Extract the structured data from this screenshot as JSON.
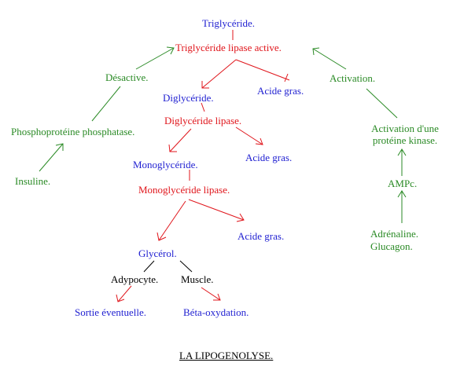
{
  "colors": {
    "blue": "#1f1fd1",
    "red": "#e0151b",
    "green": "#2a8a25",
    "black": "#000000"
  },
  "nodes": {
    "triglyceride": "Triglycéride.",
    "lipase_tg": "Triglycéride lipase active.",
    "acide_gras_1": "Acide gras.",
    "diglyceride": "Diglycéride.",
    "lipase_dg": "Diglycéride lipase.",
    "acide_gras_2": "Acide gras.",
    "monoglyceride": "Monoglycéride.",
    "lipase_mg": "Monoglycéride lipase.",
    "acide_gras_3": "Acide gras.",
    "glycerol": "Glycérol.",
    "adipocyte": "Adypocyte.",
    "muscle": "Muscle.",
    "sortie": "Sortie éventuelle.",
    "beta_oxydation": "Béta-oxydation.",
    "desactive": "Désactive.",
    "phosphatase": "Phosphoprotéine phosphatase.",
    "insuline": "Insuline.",
    "activation": "Activation.",
    "kinase_line1": "Activation d'une",
    "kinase_line2": "protéine kinase.",
    "ampc": "AMPc.",
    "adrenaline": "Adrénaline.",
    "glucagon": "Glucagon."
  },
  "title": "LA LIPOGENOLYSE."
}
